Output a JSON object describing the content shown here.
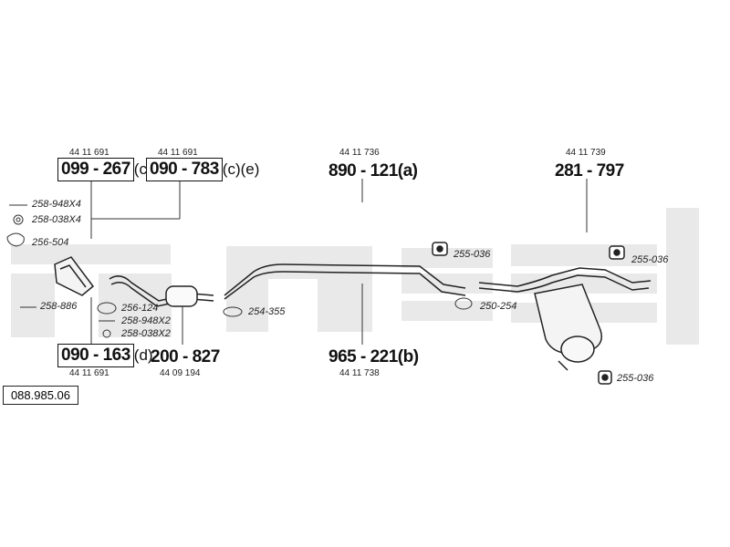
{
  "catalog_number": "088.985.06",
  "parts": {
    "p099_267": {
      "oe_ref": "44 11 691",
      "number": "099 - 267",
      "suffix": "(c)"
    },
    "p090_783": {
      "oe_ref": "44 11 691",
      "number": "090 - 783",
      "suffix": "(c)(e)"
    },
    "p890_121": {
      "oe_ref": "44 11 736",
      "number": "890 - 121(a)"
    },
    "p281_797": {
      "oe_ref": "44 11 739",
      "number": "281 - 797"
    },
    "p090_163": {
      "oe_ref": "44 11 691",
      "number": "090 - 163",
      "suffix": "(d)"
    },
    "p200_827": {
      "oe_ref": "44 09 194",
      "number": "200 - 827"
    },
    "p965_221": {
      "oe_ref": "44 11 738",
      "number": "965 - 221(b)"
    }
  },
  "accessories": {
    "a258_948x4": "258-948X4",
    "a258_038x4": "258-038X4",
    "a256_504": "256-504",
    "a258_886": "258-886",
    "a256_124": "256-124",
    "a258_948x2": "258-948X2",
    "a258_038x2": "258-038X2",
    "a254_355": "254-355",
    "a255_036_mid": "255-036",
    "a250_254": "250-254",
    "a255_036_right": "255-036",
    "a255_036_bottom": "255-036"
  },
  "colors": {
    "line": "#333333",
    "watermark": "#e9e9e9"
  }
}
